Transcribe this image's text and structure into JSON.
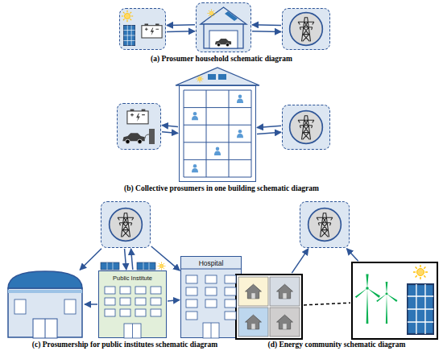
{
  "diagram": {
    "nodes": [
      {},
      {},
      {},
      {},
      {},
      {},
      {},
      {},
      {},
      {
        "text": [
          "Public Institute"
        ]
      },
      {
        "text": [
          "Hospital"
        ]
      },
      {},
      {}
    ],
    "edges": [
      {
        "from": 0,
        "to": 1,
        "arrow": "to"
      },
      {
        "from": 1,
        "to": 0,
        "arrow": "to"
      },
      {
        "from": 1,
        "to": 2,
        "arrow": "to"
      },
      {
        "from": 2,
        "to": 1,
        "arrow": "to"
      },
      {
        "from": 3,
        "to": 4,
        "arrow": "to"
      },
      {
        "from": 4,
        "to": 3,
        "arrow": "to"
      },
      {
        "from": 4,
        "to": 5,
        "arrow": "to"
      },
      {
        "from": 5,
        "to": 4,
        "arrow": "to"
      },
      {
        "from": 6,
        "to": 8,
        "arrow": "to"
      },
      {
        "from": 6,
        "to": 9,
        "arrow": "to"
      },
      {
        "from": 9,
        "to": 6,
        "arrow": "to"
      },
      {
        "from": 6,
        "to": 10,
        "arrow": "to"
      },
      {
        "from": 9,
        "to": 8,
        "arrow": "to"
      },
      {
        "from": 9,
        "to": 10,
        "arrow": "to"
      },
      {
        "from": 11,
        "to": 7,
        "arrow": "to"
      },
      {
        "from": 12,
        "to": 7,
        "arrow": "to"
      },
      {
        "from": 11,
        "to": 12,
        "arrow": "none"
      }
    ],
    "labels": [
      "(a) Prosumer household schematic diagram",
      "(b) Collective prosumers in one building schematic diagram",
      "(c) Prosumership for public institutes schematic diagram",
      "(d) Energy community schematic diagram"
    ]
  }
}
